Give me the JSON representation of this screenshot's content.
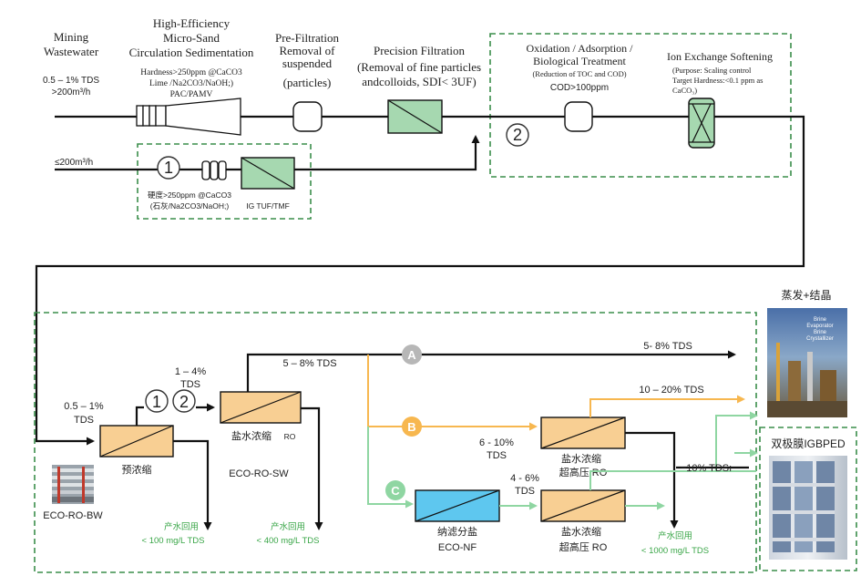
{
  "top": {
    "source": {
      "title_1": "Mining",
      "title_2": "Wastewater",
      "tds": "0.5 – 1% TDS",
      "flow": ">200m³/h"
    },
    "sedimentation": {
      "title_1": "High-Efficiency",
      "title_2": "Micro-Sand",
      "title_3": "Circulation Sedimentation",
      "hardness": "Hardness>250ppm @CaCO3",
      "chem": "Lime /Na2CO3/NaOH;)",
      "pac": "PAC/PAMV"
    },
    "prefiltration": {
      "title_1": "Pre-Filtration",
      "title_2": "Removal of",
      "title_3": "suspended",
      "title_4": "(particles)"
    },
    "precision": {
      "title_1": "Precision Filtration",
      "title_2": "(Removal of fine particles",
      "title_3": "andcolloids, SDI< 3UF)"
    },
    "oxidation": {
      "title_1": "Oxidation / Adsorption /",
      "title_2": "Biological Treatment",
      "note": "(Reduction of TOC and COD)",
      "cod": "COD>100ppm"
    },
    "ion_exchange": {
      "title": "Ion Exchange Softening",
      "purpose": "(Purpose: Scaling control",
      "target": "Target Hardness:<0.1 ppm as",
      "caco": "CaCO₃)"
    },
    "branch": {
      "flow": "≤200m³/h",
      "hardness": "硬度>250ppm @CaCO3",
      "chem": "(石灰/Na2CO3/NaOH;)",
      "filter": "IG TUF/TMF"
    },
    "step1": "1",
    "step2": "2"
  },
  "bottom": {
    "inlet_tds_1": "0.5 – 1%",
    "inlet_tds_2": "TDS",
    "pre_tds_1": "1 – 4%",
    "pre_tds_2": "TDS",
    "pre_label": "预浓缩",
    "pre_caption": "ECO-RO-BW",
    "pre_product_1": "产水回用",
    "pre_product_2": "< 100 mg/L TDS",
    "sw_tds": "5 – 8% TDS",
    "sw_label": "盐水浓缩",
    "sw_label_ro": "RO",
    "sw_caption": "ECO-RO-SW",
    "sw_product_1": "产水回用",
    "sw_product_2": "< 400 mg/L TDS",
    "a_label": "A",
    "a_tds": "5- 8% TDS",
    "b_label": "B",
    "b_tds_1": "6 - 10%",
    "b_tds_2": "TDS",
    "b_out": "10 – 20% TDS",
    "uhp1_label_1": "盐水浓缩",
    "uhp1_label_2": "超高压  RO",
    "c_label": "C",
    "c_tds_1": "4 - 6%",
    "c_tds_2": "TDS",
    "nf_label_1": "纳滤分盐",
    "nf_label_2": "ECO-NF",
    "uhp2_label_1": "盐水浓缩",
    "uhp2_label_2": "超高压  RO",
    "ten_tds": "~10% TDSı",
    "final_product_1": "产水回用",
    "final_product_2": "< 1000 mg/L TDS",
    "step1": "1",
    "step2": "2"
  },
  "right": {
    "evap_title": "蒸发+结晶",
    "evap_photo_1": "Brine",
    "evap_photo_2": "Evaporator",
    "evap_photo_3": "Brine",
    "evap_photo_4": "Crystallizer",
    "edr_title": "双极膜IGBPED"
  },
  "colors": {
    "pre_fill": "#f8cf93",
    "filter_fill": "#a6d8b0",
    "nf_fill": "#5ec7ef",
    "line_a": "#111111",
    "line_b": "#f7b74f",
    "line_c": "#8fd6a2",
    "dash": "#3a8d4a"
  }
}
